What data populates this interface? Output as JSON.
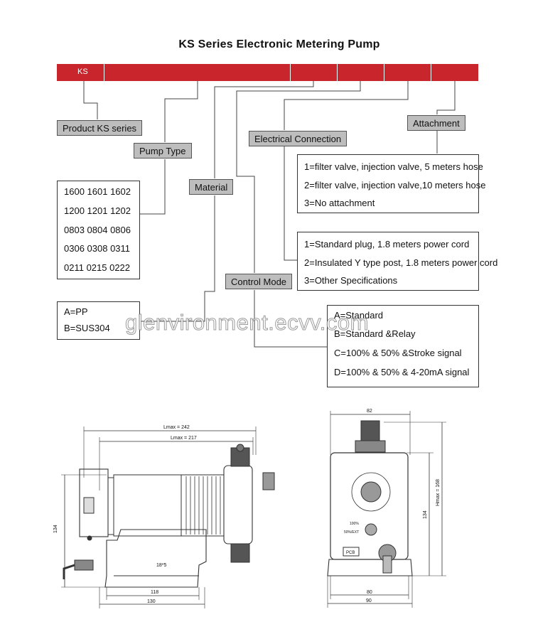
{
  "title": "KS Series Electronic Metering Pump",
  "colors": {
    "code_bar": "#c8262c",
    "tag_fill": "#bdbdbd"
  },
  "code_bar": {
    "first_segment": "KS",
    "segment_count": 6
  },
  "tags": {
    "product": "Product KS series",
    "pump_type": "Pump Type",
    "material": "Material",
    "control_mode": "Control Mode",
    "electrical_connection": "Electrical Connection",
    "attachment": "Attachment"
  },
  "pump_type_options": [
    "1600 1601 1602",
    "1200 1201 1202",
    "0803 0804 0806",
    "0306 0308 0311",
    "0211 0215 0222"
  ],
  "material_options": [
    "A=PP",
    "B=SUS304"
  ],
  "attachment_options": [
    "1=filter valve, injection valve, 5 meters hose",
    "2=filter valve, injection valve,10 meters hose",
    "3=No attachment"
  ],
  "electrical_options": [
    "1=Standard plug, 1.8 meters power cord",
    "2=Insulated Y type post, 1.8 meters power cord",
    "3=Other Specifications"
  ],
  "control_mode_options": [
    "A=Standard",
    "B=Standard &Relay",
    "C=100% & 50% &Stroke signal",
    "D=100% & 50% & 4-20mA signal"
  ],
  "watermark": "glenvironment.ecvv.com",
  "side_view": {
    "dim_lmax_242": "Lmax = 242",
    "dim_lmax_217": "Lmax = 217",
    "dim_134": "134",
    "dim_18x5": "18*5",
    "dim_118": "118",
    "dim_130": "130"
  },
  "front_view": {
    "dim_82": "82",
    "dim_134": "134",
    "dim_hmax_168": "Hmax = 168",
    "dim_80": "80",
    "dim_90": "90",
    "dial_label_100": "100%",
    "dial_label_50": "50%/EXT",
    "pcb_label": "PCB"
  }
}
